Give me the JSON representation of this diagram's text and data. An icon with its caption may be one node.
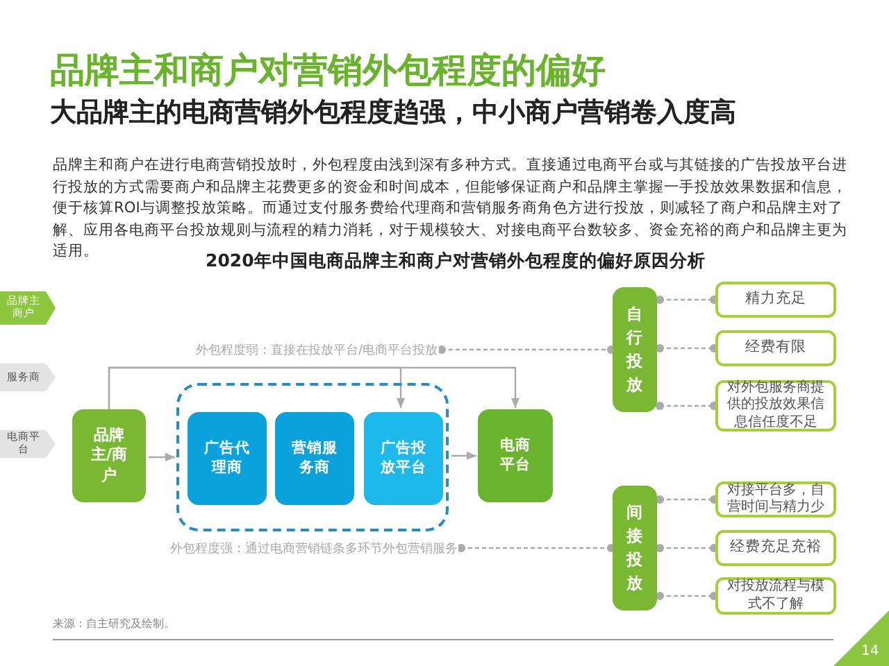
{
  "diagram": {
    "title": "品牌主和商户对营销外包程度的偏好",
    "nodes": [
      {
        "text": [
          "品牌主商户"
        ]
      },
      {
        "text": [
          "服务商"
        ]
      },
      {
        "text": [
          "电商平台"
        ]
      },
      {
        "text": [
          "品牌主/商户"
        ]
      },
      {
        "text": [],
        "shape": "box"
      },
      {
        "text": [
          "广告代理商"
        ],
        "in": 4
      },
      {
        "text": [
          "营销服务商"
        ],
        "in": 4
      },
      {
        "text": [
          "广告投放平台"
        ],
        "in": 4
      },
      {
        "text": [
          "电商平台"
        ]
      },
      {
        "text": [
          "自行投放"
        ]
      },
      {
        "text": [
          "精力充足"
        ]
      },
      {
        "text": [
          "经费有限"
        ]
      },
      {
        "text": [
          "对外包服务商提供的投放效果信息信任度不足"
        ]
      },
      {
        "text": [
          "间接投放"
        ]
      },
      {
        "text": [
          "对接平台多，自营时间与精力少"
        ]
      },
      {
        "text": [
          "经费充足充裕"
        ]
      },
      {
        "text": [
          "对投放流程与模式不了解"
        ]
      },
      {
        "text": [
          "外包程度弱：直接在投放平台/电商平台投放"
        ]
      },
      {
        "text": [
          "外包程度强：通过电商营销链条多环节外包营销服务"
        ]
      }
    ],
    "edges": [
      {
        "from": 3,
        "to": 4,
        "arrow": "to"
      },
      {
        "from": 4,
        "to": 8,
        "arrow": "to"
      },
      {
        "from": 3,
        "to": 7,
        "arrow": "to"
      },
      {
        "from": 3,
        "to": 8,
        "arrow": "to"
      },
      {
        "from": 17,
        "to": 9,
        "arrow": "other",
        "style": "dashed"
      },
      {
        "from": 18,
        "to": 13,
        "arrow": "other",
        "style": "dashed"
      },
      {
        "from": 9,
        "to": 10,
        "arrow": "other",
        "style": "dashed"
      },
      {
        "from": 9,
        "to": 11,
        "arrow": "other",
        "style": "dashed"
      },
      {
        "from": 9,
        "to": 12,
        "arrow": "other",
        "style": "dashed"
      },
      {
        "from": 13,
        "to": 14,
        "arrow": "other",
        "style": "dashed"
      },
      {
        "from": 13,
        "to": 15,
        "arrow": "other",
        "style": "dashed"
      },
      {
        "from": 13,
        "to": 16,
        "arrow": "other",
        "style": "dashed"
      }
    ],
    "labels": [
      "大品牌主的电商营销外包程度趋强，中小商户营销卷入度高",
      "品牌主和商户在进行电商营销投放时，外包程度由浅到深有多种方式。直接通过电商平台或与其链接的广告投放平台进行投放的方式需要商户和品牌主花费更多的资金和时间成本，但能够保证商户和品牌主掌握一手投放效果数据和信息，便于核算ROI与调整投放策略。而通过支付服务费给代理商和营销服务商角色方进行投放，则减轻了商户和品牌主对了解、应用各电商平台投放规则与流程的精力消耗，对于规模较大、对接电商平台数较多、资金充裕的商户和品牌主更为适用。",
      "2020年中国电商品牌主和商户对营销外包程度的偏好原因分析",
      "来源：自主研究及绘制。",
      "14"
    ]
  }
}
